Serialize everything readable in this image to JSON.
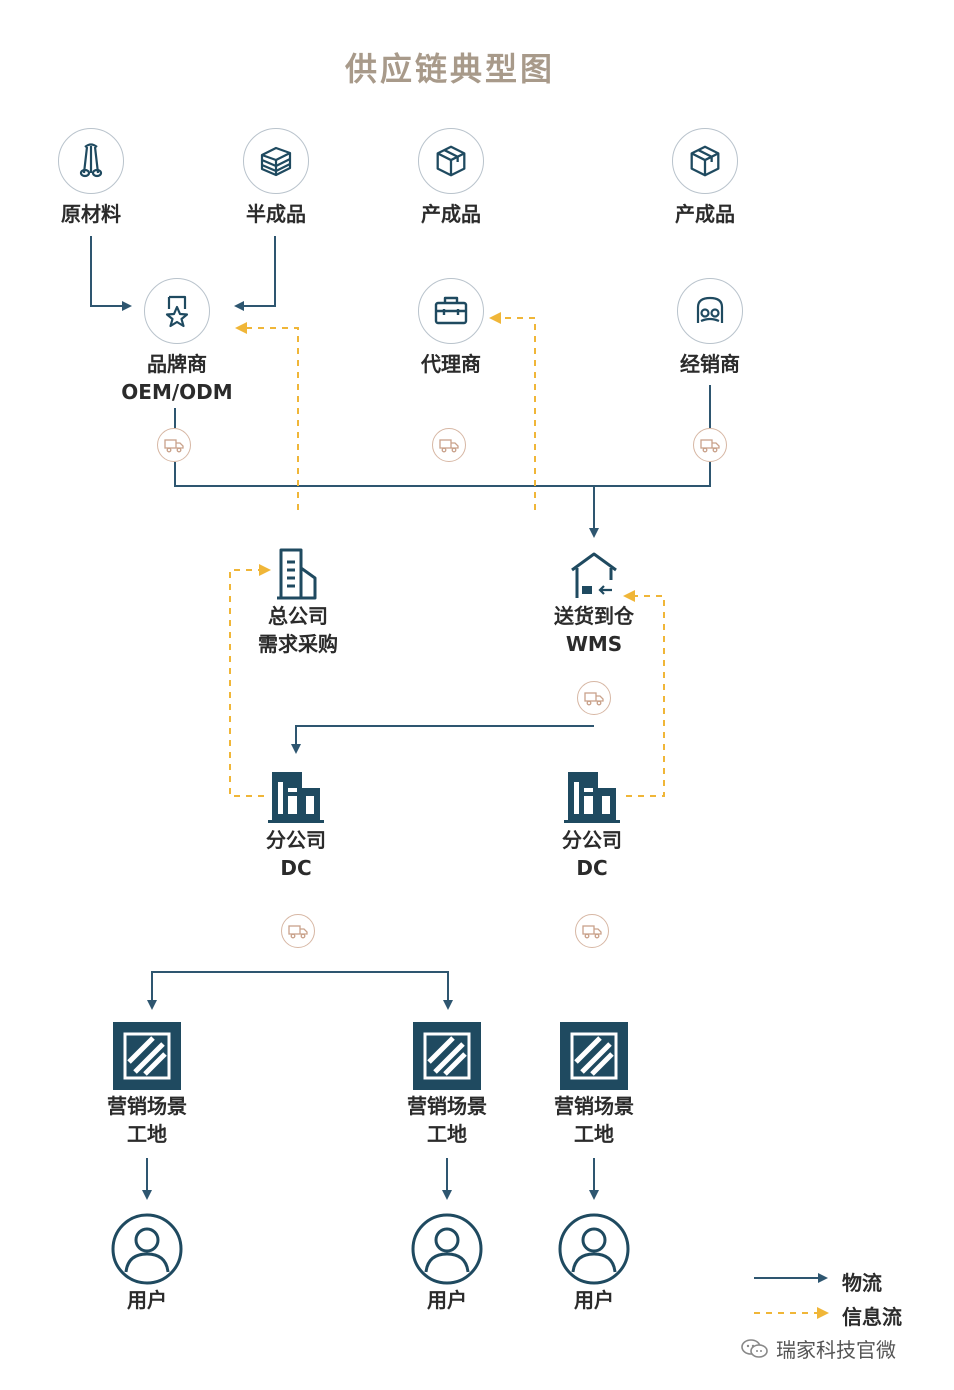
{
  "title": "供应链典型图",
  "nodes": {
    "raw": "原材料",
    "semi": "半成品",
    "product1": "产成品",
    "product2": "产成品",
    "brand_l1": "品牌商",
    "brand_l2": "OEM/ODM",
    "agent": "代理商",
    "dealer": "经销商",
    "hq_l1": "总公司",
    "hq_l2": "需求采购",
    "wms_l1": "送货到仓",
    "wms_l2": "WMS",
    "dc1_l1": "分公司",
    "dc1_l2": "DC",
    "dc2_l1": "分公司",
    "dc2_l2": "DC",
    "site1_l1": "营销场景",
    "site1_l2": "工地",
    "site2_l1": "营销场景",
    "site2_l2": "工地",
    "site3_l1": "营销场景",
    "site3_l2": "工地",
    "user1": "用户",
    "user2": "用户",
    "user3": "用户"
  },
  "legend": {
    "logistics": "物流",
    "info": "信息流"
  },
  "watermark": "瑞家科技官微",
  "colors": {
    "logistics_line": "#2e5670",
    "info_line": "#f0b638",
    "title": "#a89a8a",
    "icon_dark": "#1f4a60"
  }
}
